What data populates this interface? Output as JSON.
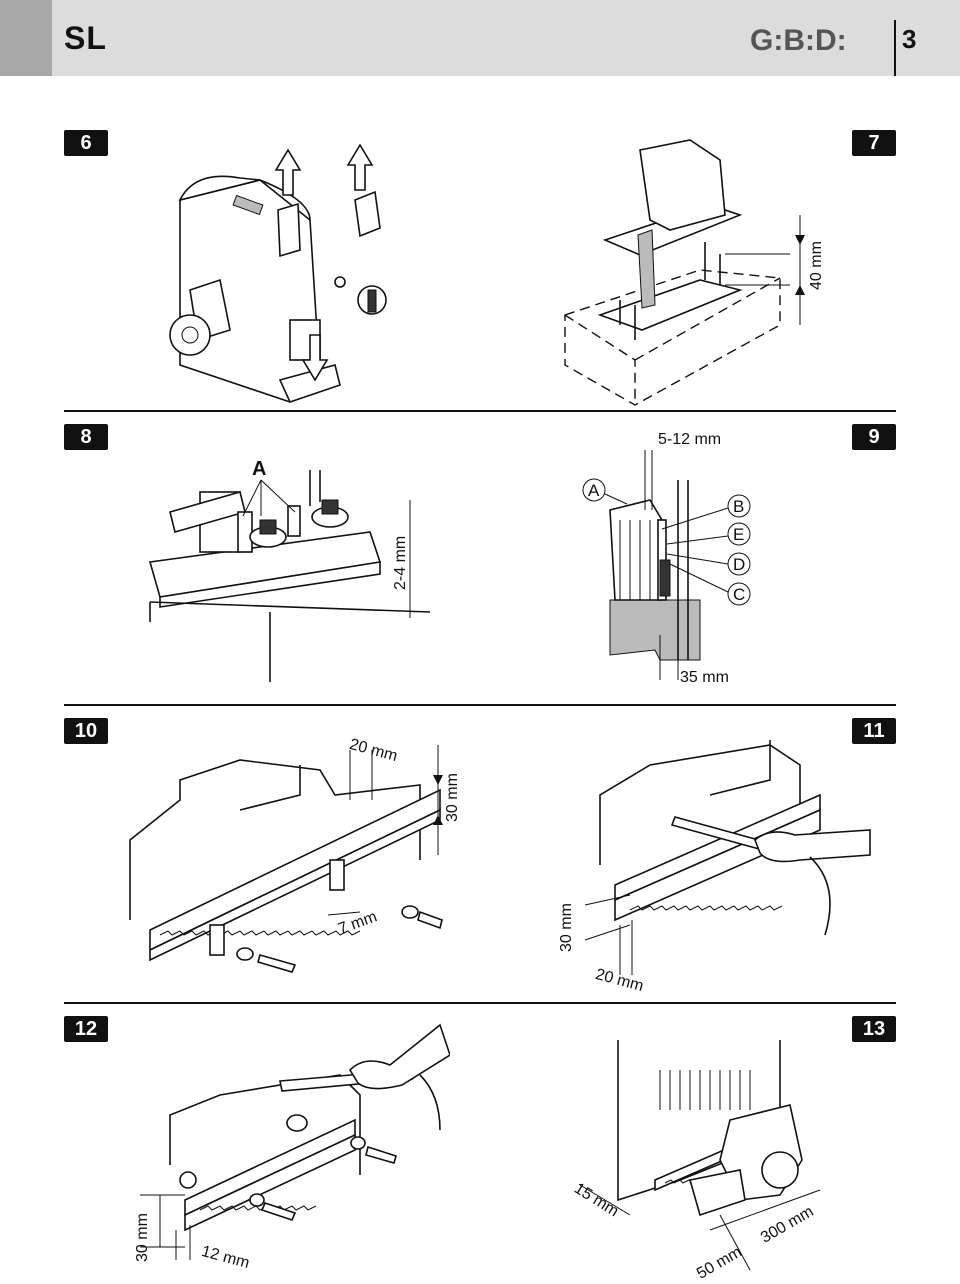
{
  "header": {
    "model": "SL",
    "brand": "G:B:D:",
    "page_number": "3"
  },
  "figures": [
    {
      "number": "6"
    },
    {
      "number": "7",
      "dimensions": [
        "40 mm"
      ]
    },
    {
      "number": "8",
      "callouts": [
        "A"
      ],
      "dimensions": [
        "2-4 mm"
      ]
    },
    {
      "number": "9",
      "callouts": [
        "A",
        "B",
        "E",
        "D",
        "C"
      ],
      "dimensions": [
        "5-12 mm",
        "35 mm"
      ]
    },
    {
      "number": "10",
      "dimensions": [
        "20 mm",
        "30 mm",
        "7 mm"
      ]
    },
    {
      "number": "11",
      "dimensions": [
        "30 mm",
        "20 mm"
      ]
    },
    {
      "number": "12",
      "dimensions": [
        "30 mm",
        "12 mm"
      ]
    },
    {
      "number": "13",
      "dimensions": [
        "15 mm",
        "300 mm",
        "50 mm"
      ]
    }
  ]
}
